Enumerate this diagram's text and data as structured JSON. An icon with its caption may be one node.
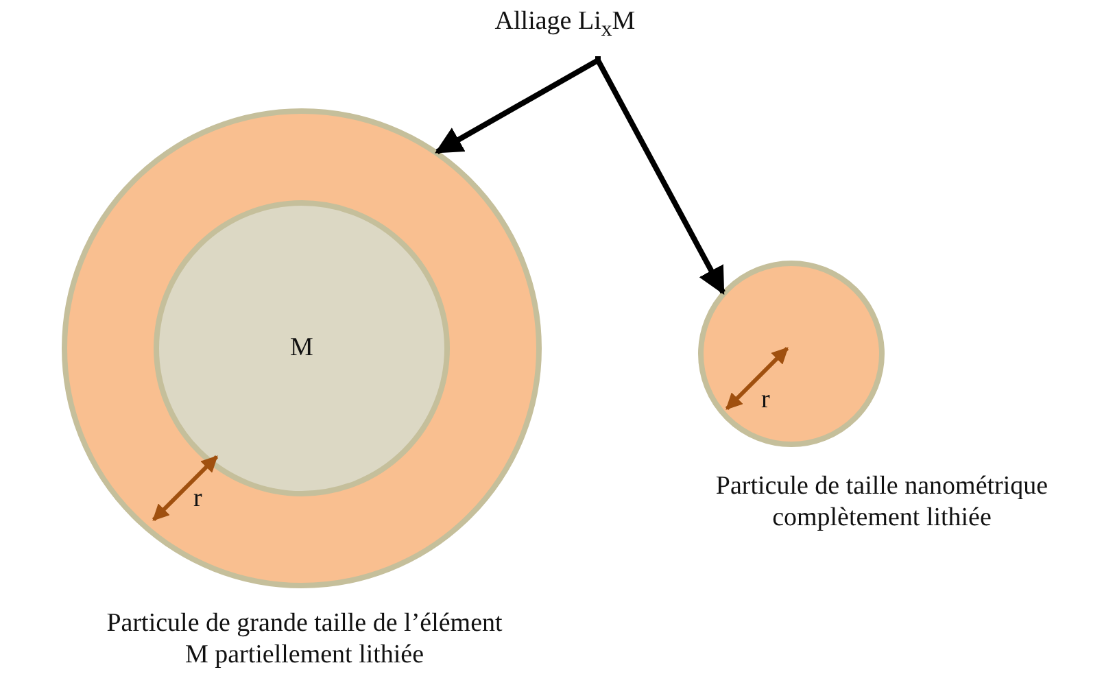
{
  "diagram": {
    "nodes": [
      {
        "text": [
          "Alliage Li$_{x}$M"
        ]
      },
      {
        "text": [],
        "shape": "circle",
        "beside": [
          "Particule de grande taille de l’élément M partiellement lithiée"
        ]
      },
      {
        "text": [
          "M"
        ],
        "in": 1
      },
      {
        "text": [],
        "shape": "circle",
        "beside": [
          "Particule de taille nanométrique complètement lithiée"
        ]
      }
    ],
    "edges": [
      {
        "from": 0,
        "to": 1,
        "arrow": "to"
      },
      {
        "from": 0,
        "to": 3,
        "arrow": "to"
      }
    ],
    "labels": [
      "r",
      "r"
    ]
  }
}
